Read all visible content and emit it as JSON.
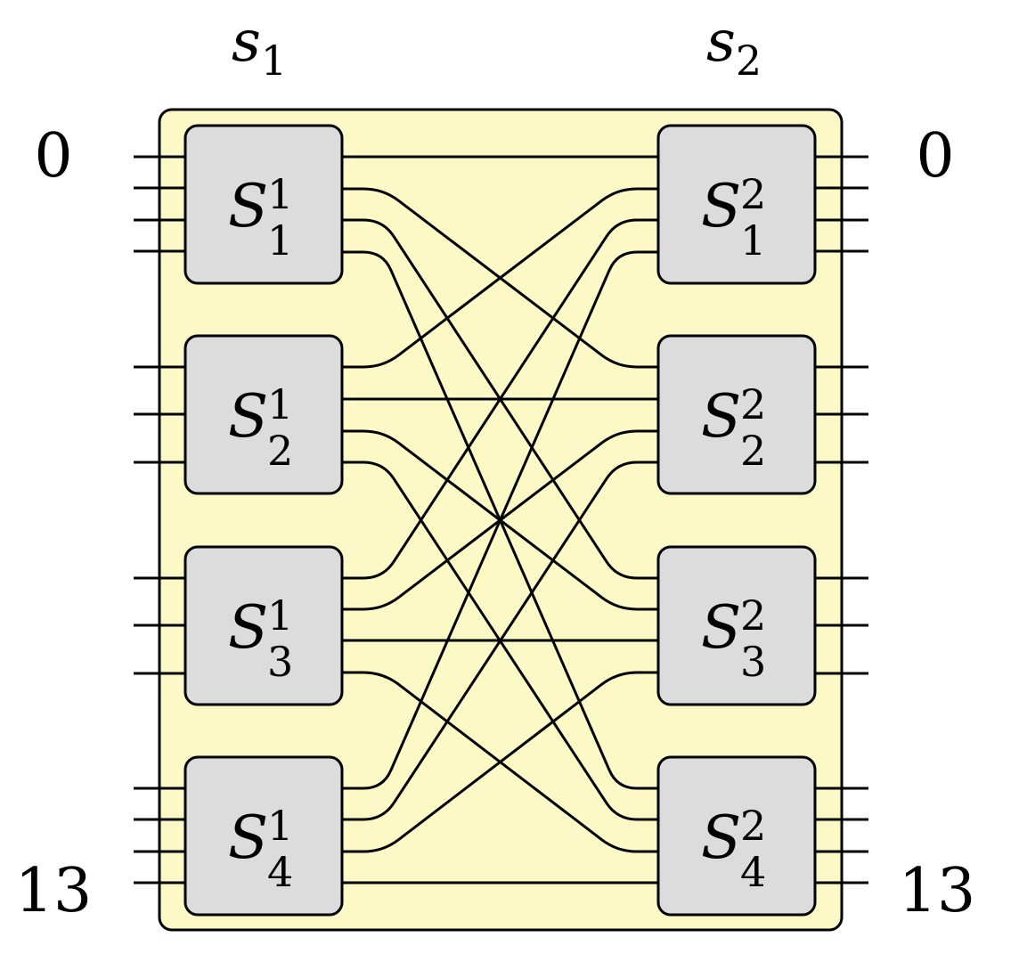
{
  "stages": [
    {
      "letter": "s",
      "index": "1"
    },
    {
      "letter": "s",
      "index": "2"
    }
  ],
  "port_labels": {
    "top": "0",
    "bottom": "13"
  },
  "switches": {
    "left": [
      {
        "letter": "S",
        "sup": "1",
        "sub": "1",
        "ports": 4
      },
      {
        "letter": "S",
        "sup": "1",
        "sub": "2",
        "ports": 3
      },
      {
        "letter": "S",
        "sup": "1",
        "sub": "3",
        "ports": 3
      },
      {
        "letter": "S",
        "sup": "1",
        "sub": "4",
        "ports": 4
      }
    ],
    "right": [
      {
        "letter": "S",
        "sup": "2",
        "sub": "1",
        "ports": 4
      },
      {
        "letter": "S",
        "sup": "2",
        "sub": "2",
        "ports": 3
      },
      {
        "letter": "S",
        "sup": "2",
        "sub": "3",
        "ports": 3
      },
      {
        "letter": "S",
        "sup": "2",
        "sub": "4",
        "ports": 4
      }
    ]
  },
  "links": [
    [
      0,
      0,
      0,
      0
    ],
    [
      0,
      1,
      1,
      0
    ],
    [
      0,
      2,
      2,
      0
    ],
    [
      0,
      3,
      3,
      0
    ],
    [
      1,
      0,
      0,
      1
    ],
    [
      1,
      1,
      1,
      1
    ],
    [
      1,
      2,
      2,
      1
    ],
    [
      1,
      3,
      3,
      1
    ],
    [
      2,
      0,
      0,
      2
    ],
    [
      2,
      1,
      1,
      2
    ],
    [
      2,
      2,
      2,
      2
    ],
    [
      2,
      3,
      3,
      2
    ],
    [
      3,
      0,
      0,
      3
    ],
    [
      3,
      1,
      1,
      3
    ],
    [
      3,
      2,
      2,
      3
    ],
    [
      3,
      3,
      3,
      3
    ]
  ]
}
